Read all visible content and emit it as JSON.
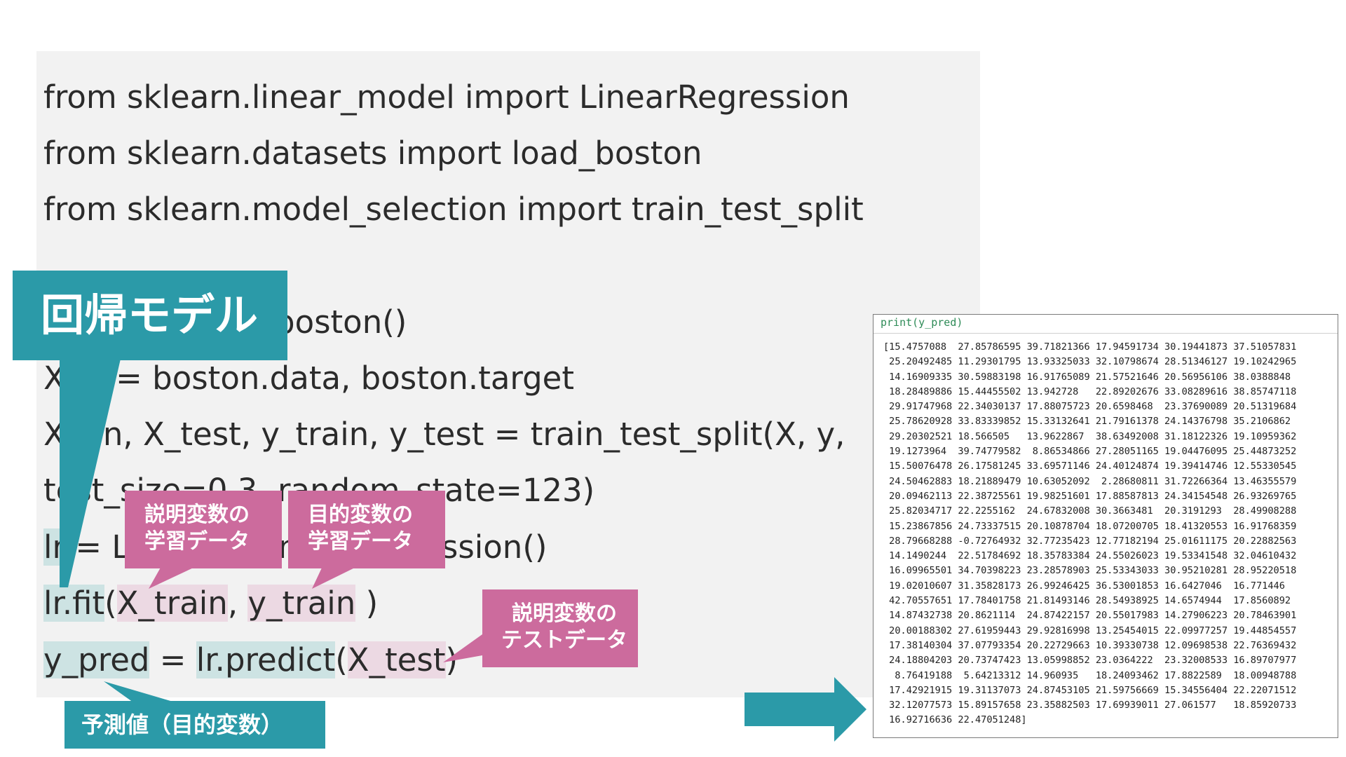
{
  "title_callout": "回帰モデル",
  "code": {
    "line1": "from sklearn.linear_model import LinearRegression",
    "line2": "from sklearn.datasets import load_boston",
    "line3": "from sklearn.model_selection import train_test_split",
    "line4_rest": "boston()",
    "line5_a": "X",
    "line5_b": " = boston.data, boston.target",
    "line6_a": "X",
    "line6_b": "ain, X_test, y_train, y_test = train_test_split(X, y,",
    "line7": "test_size=0.3, random_state=123)",
    "line8_lr": "lr",
    "line8_eq": " = L",
    "line8_rest": "inearRegression()",
    "line9_lrfit": "lr.fit",
    "line9_paren_open": "(",
    "line9_xtrain": "X_train",
    "line9_comma": ", ",
    "line9_ytrain": "y_train",
    "line9_paren_close": " )",
    "line10_ypred": "y_pred",
    "line10_eq": " = ",
    "line10_lrpredict": "lr.predict",
    "line10_paren_open": "(",
    "line10_xtest": "X_test",
    "line10_paren_close": ")"
  },
  "callouts": {
    "x_train": [
      "説明変数の",
      "学習データ"
    ],
    "y_train": [
      "目的変数の",
      "学習データ"
    ],
    "x_test": [
      "説明変数の",
      "テストデータ"
    ],
    "y_pred": "予測値（目的変数）"
  },
  "output": {
    "command": "print(y_pred)",
    "lines": [
      "[15.4757088  27.85786595 39.71821366 17.94591734 30.19441873 37.51057831",
      " 25.20492485 11.29301795 13.93325033 32.10798674 28.51346127 19.10242965",
      " 14.16909335 30.59883198 16.91765089 21.57521646 20.56956106 38.0388848",
      " 18.28489886 15.44455502 13.942728   22.89202676 33.08289616 38.85747118",
      " 29.91747968 22.34030137 17.88075723 20.6598468  23.37690089 20.51319684",
      " 25.78620928 33.83339852 15.33132641 21.79161378 24.14376798 35.2106862",
      " 29.20302521 18.566505   13.9622867  38.63492008 31.18122326 19.10959362",
      " 19.1273964  39.74779582  8.86534866 27.28051165 19.04476095 25.44873252",
      " 15.50076478 26.17581245 33.69571146 24.40124874 19.39414746 12.55330545",
      " 24.50462883 18.21889479 10.63052092  2.28680811 31.72266364 13.46355579",
      " 20.09462113 22.38725561 19.98251601 17.88587813 24.34154548 26.93269765",
      " 25.82034717 22.2255162  24.67832008 30.3663481  20.3191293  28.49908288",
      " 15.23867856 24.73337515 20.10878704 18.07200705 18.41320553 16.91768359",
      " 28.79668288 -0.72764932 32.77235423 12.77182194 25.01611175 20.22882563",
      " 14.1490244  22.51784692 18.35783384 24.55026023 19.53341548 32.04610432",
      " 16.09965501 34.70398223 23.28578903 25.53343033 30.95210281 28.95220518",
      " 19.02010607 31.35828173 26.99246425 36.53001853 16.6427046  16.771446",
      " 42.70557651 17.78401758 21.81493146 28.54938925 14.6574944  17.8560892",
      " 14.87432738 20.8621114  24.87422157 20.55017983 14.27906223 20.78463901",
      " 20.00188302 27.61959443 29.92816998 13.25454015 22.09977257 19.44854557",
      " 17.38140304 37.07793354 20.22729663 10.39330738 12.09698538 22.76369432",
      " 24.18804203 20.73747423 13.05998852 23.0364222  23.32008533 16.89707977",
      "  8.76419188  5.64213312 14.960935   18.24093462 17.8822589  18.00948788",
      " 17.42921915 19.31137073 24.87453105 21.59756669 15.34556404 22.22071512",
      " 32.12077573 15.89157658 23.35882503 17.69939011 27.061577   18.85920733",
      " 16.92716636 22.47051248]"
    ]
  },
  "colors": {
    "teal": "#2b9aa8",
    "pink": "#cc6b9d",
    "panel_bg": "#f2f2f2",
    "hl_teal": "#cde3e3",
    "hl_pink": "#ecd9e3"
  }
}
